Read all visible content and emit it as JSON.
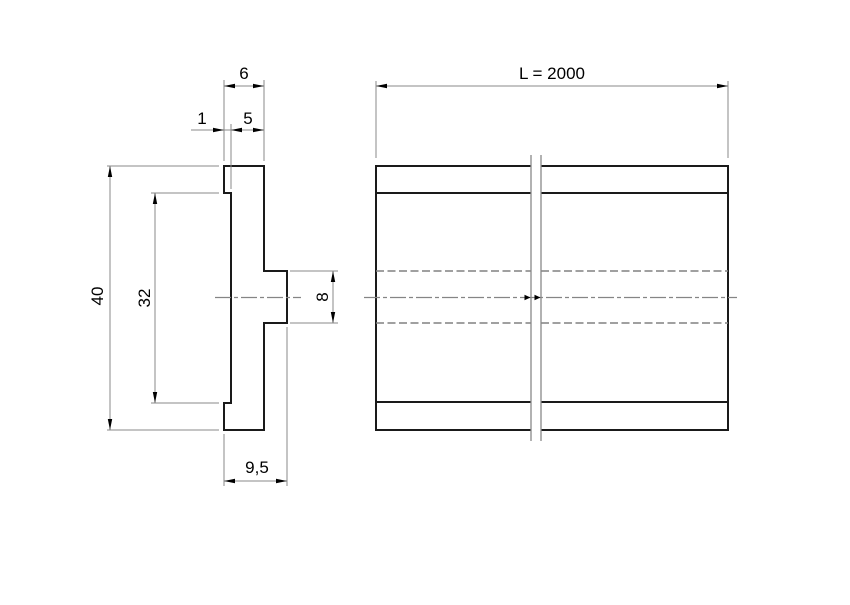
{
  "drawing": {
    "kind": "technical-drawing",
    "background": "#ffffff",
    "line_colors": {
      "outline": "#1a1a1a",
      "thin": "#888888",
      "hidden": "#808080",
      "center": "#858585",
      "arrow": "#000000",
      "text": "#000000"
    },
    "views": {
      "section": {
        "name": "profile-cross-section",
        "dims": {
          "top_width": "6",
          "top_step": "1",
          "top_flat": "5",
          "overall_height": "40",
          "inner_height": "32",
          "stem_height": "8",
          "overall_depth": "9,5"
        }
      },
      "side": {
        "name": "side-view-broken",
        "dims": {
          "length": "L = 2000"
        }
      }
    }
  }
}
